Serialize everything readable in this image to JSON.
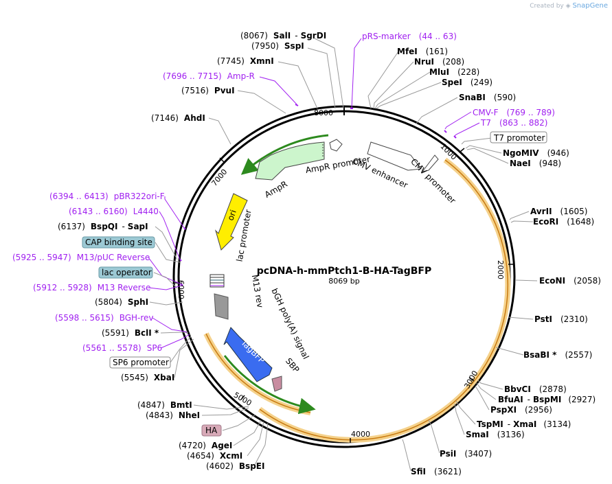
{
  "branding": {
    "created_by": "Created by",
    "brand": "SnapGene"
  },
  "plasmid": {
    "name": "pcDNA-h-mmPtch1-B-HA-TagBFP",
    "size": "8069 bp"
  },
  "ruler_ticks": [
    "1000",
    "2000",
    "3000",
    "4000",
    "5000",
    "6000",
    "7000",
    "8000"
  ],
  "sites": [
    {
      "pos": "(8067)",
      "name": "SalI",
      "sep": "-",
      "name2": "SgrDI"
    },
    {
      "pos": "(7950)",
      "name": "SspI"
    },
    {
      "pos": "(7745)",
      "name": "XmnI"
    },
    {
      "pos": "(7516)",
      "name": "PvuI"
    },
    {
      "pos": "(7146)",
      "name": "AhdI"
    },
    {
      "pos": "(6137)",
      "name": "BspQI",
      "sep": "-",
      "name2": "SapI"
    },
    {
      "pos": "(5804)",
      "name": "SphI"
    },
    {
      "pos": "(5591)",
      "name": "BclI *"
    },
    {
      "pos": "(5545)",
      "name": "XbaI"
    },
    {
      "pos": "(4847)",
      "name": "BmtI"
    },
    {
      "pos": "(4843)",
      "name": "NheI"
    },
    {
      "pos": "(4720)",
      "name": "AgeI"
    },
    {
      "pos": "(4654)",
      "name": "XcmI"
    },
    {
      "pos": "(4602)",
      "name": "BspEI"
    },
    {
      "name": "MfeI",
      "pos": "(161)"
    },
    {
      "name": "NruI",
      "pos": "(208)"
    },
    {
      "name": "MluI",
      "pos": "(228)"
    },
    {
      "name": "SpeI",
      "pos": "(249)"
    },
    {
      "name": "SnaBI",
      "pos": "(590)"
    },
    {
      "name": "NgoMIV",
      "pos": "(946)"
    },
    {
      "name": "NaeI",
      "pos": "(948)"
    },
    {
      "name": "AvrII",
      "pos": "(1605)"
    },
    {
      "name": "EcoRI",
      "pos": "(1648)"
    },
    {
      "name": "EcoNI",
      "pos": "(2058)"
    },
    {
      "name": "PstI",
      "pos": "(2310)"
    },
    {
      "name": "BsaBI *",
      "pos": "(2557)"
    },
    {
      "name": "BbvCI",
      "pos": "(2878)"
    },
    {
      "name": "BfuAI",
      "sep": "-",
      "name2": "BspMI",
      "pos": "(2927)"
    },
    {
      "name": "PspXI",
      "pos": "(2956)"
    },
    {
      "name": "TspMI",
      "sep": "-",
      "name2": "XmaI",
      "pos": "(3134)"
    },
    {
      "name": "SmaI",
      "pos": "(3136)"
    },
    {
      "name": "PsiI",
      "pos": "(3407)"
    },
    {
      "name": "SfiI",
      "pos": "(3621)"
    }
  ],
  "primers": [
    {
      "name": "pRS-marker",
      "range": "(44 .. 63)"
    },
    {
      "name": "CMV-F",
      "range": "(769 .. 789)"
    },
    {
      "name": "T7",
      "range": "(863 .. 882)"
    },
    {
      "range": "(7696 .. 7715)",
      "name": "Amp-R"
    },
    {
      "range": "(6394 .. 6413)",
      "name": "pBR322ori-F"
    },
    {
      "range": "(6143 .. 6160)",
      "name": "L4440"
    },
    {
      "range": "(5925 .. 5947)",
      "name": "M13/pUC Reverse"
    },
    {
      "range": "(5912 .. 5928)",
      "name": "M13 Reverse"
    },
    {
      "range": "(5598 .. 5615)",
      "name": "BGH-rev"
    },
    {
      "range": "(5561 .. 5578)",
      "name": "SP6"
    }
  ],
  "boxed_labels": [
    "T7 promoter",
    "CAP binding site",
    "lac operator",
    "SP6 promoter",
    "HA"
  ],
  "features": [
    "AmpR promoter",
    "AmpR",
    "CMV enhancer",
    "CMV promoter",
    "ori",
    "lac promoter",
    "M13 rev",
    "bGH poly(A) signal",
    "TagBFP",
    "SBP"
  ],
  "colors": {
    "backbone": "#000000",
    "ampr_fill": "#ccf5cc",
    "ori_fill": "#ffee00",
    "tagbfp_fill": "#3a6cf0",
    "sbp_fill": "#c88ca0",
    "bgh_fill": "#999999",
    "primer": "#a020f0",
    "orf_arc": "#f0a020",
    "orf_arrow": "#2d8a1e",
    "cap_box": "#9cc9d4",
    "ha_box": "#d8aab8"
  }
}
